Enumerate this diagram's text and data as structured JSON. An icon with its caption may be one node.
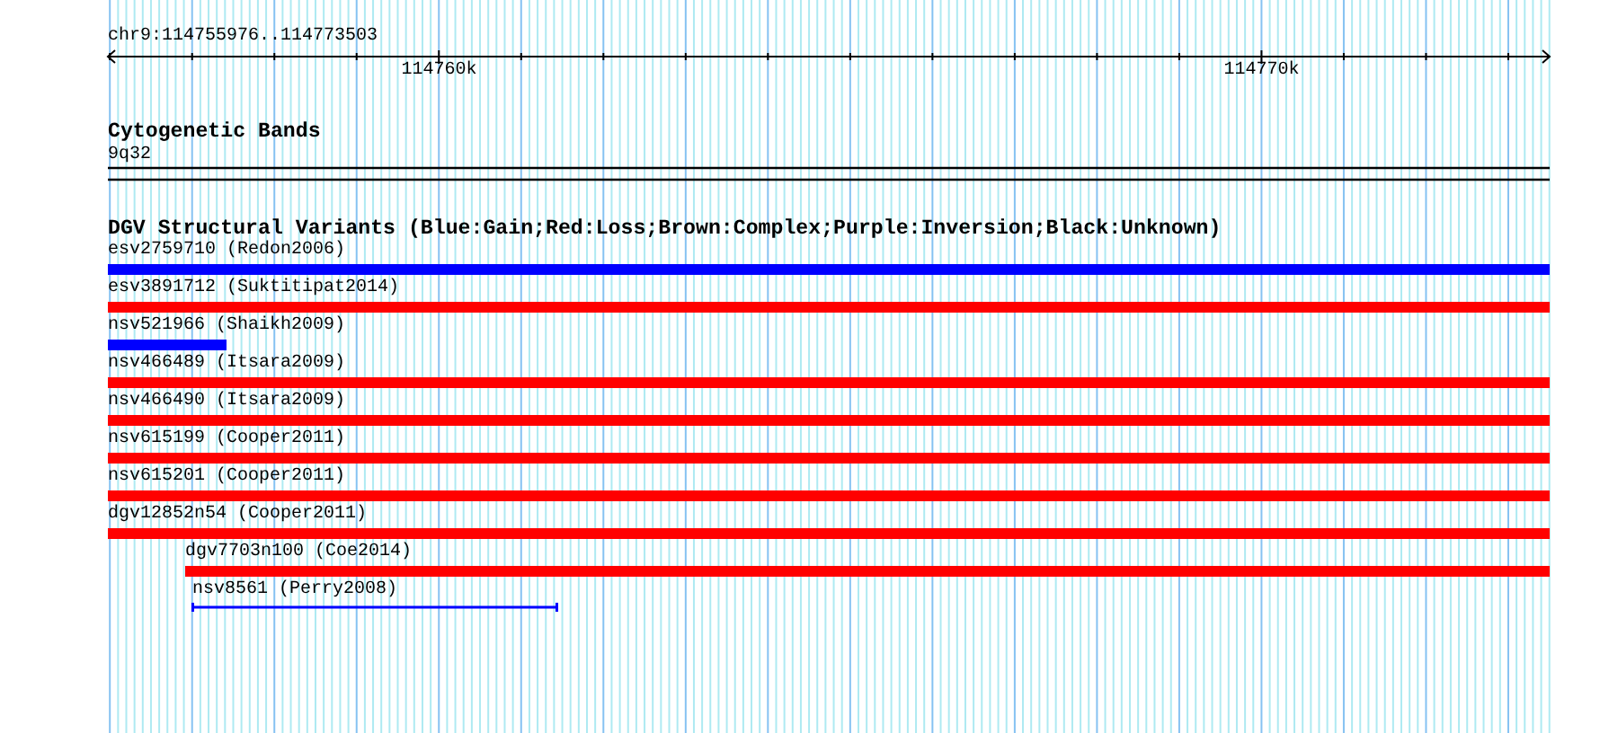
{
  "diagram": {
    "labels": [
      "chr9:114755976..114773503",
      "114760k",
      "114770k",
      "Cytogenetic Bands",
      "9q32",
      "DGV Structural Variants (Blue:Gain;Red:Loss;Brown:Complex;Purple:Inversion;Black:Unknown)",
      "esv2759710 (Redon2006)",
      "esv3891712 (Suktitipat2014)",
      "nsv521966 (Shaikh2009)",
      "nsv466489 (Itsara2009)",
      "nsv466490 (Itsara2009)",
      "nsv615199 (Cooper2011)",
      "nsv615201 (Cooper2011)",
      "dgv12852n54 (Cooper2011)",
      "dgv7703n100 (Coe2014)",
      "nsv8561 (Perry2008)"
    ]
  }
}
